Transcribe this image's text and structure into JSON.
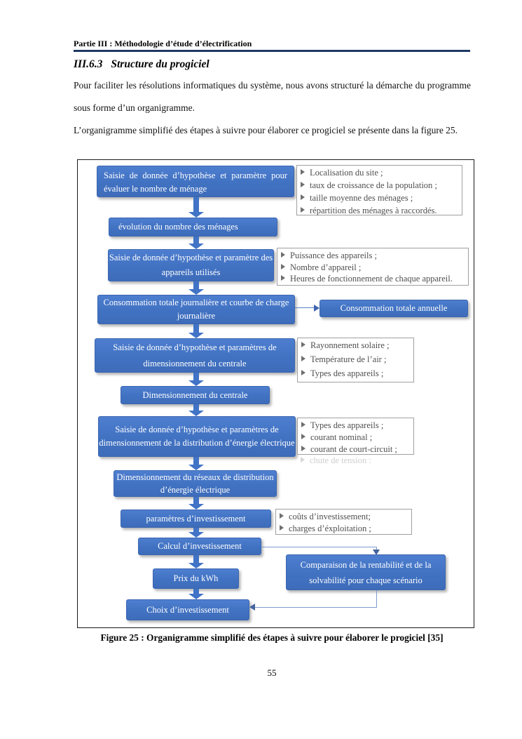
{
  "page": {
    "running_header": "Partie III : Méthodologie d’étude d’électrification",
    "heading_number": "III.6.3",
    "heading_title": "Structure du progiciel",
    "paragraph1": "Pour faciliter les résolutions informatiques du système, nous avons structuré la démarche du programme sous forme d’un organigramme.",
    "paragraph2": "L’organigramme simplifié des étapes à suivre pour élaborer ce progiciel se présente dans la figure 25.",
    "caption": "Figure 25 : Organigramme simplifié des étapes à suivre pour élaborer le progiciel [35]",
    "page_number": "55"
  },
  "colors": {
    "box_blue": "#4172c2",
    "arrow_blue": "#4173c6",
    "header_rule_navy": "#1f3864",
    "callout_border_gray": "#a0a0a0",
    "callout_text_gray": "#4f4f4f"
  },
  "icons": {
    "bullet": "arrowhead-right"
  },
  "flowchart": {
    "boxes": {
      "saisie_menage": "Saisie de donnée d’hypothèse et paramètre pour évaluer le nombre de ménage",
      "evolution_menages": "évolution du nombre des ménages",
      "saisie_appareils": "Saisie de donnée d’hypothèse et paramètre des appareils utilisés",
      "conso_journaliere": "Consommation totale journalière et  courbe de charge journalière",
      "conso_annuelle": "Consommation totale annuelle",
      "saisie_centrale": "Saisie de donnée d’hypothèse et paramètres de dimensionnement du centrale",
      "dim_centrale": "Dimensionnement du centrale",
      "saisie_distribution": "Saisie de donnée d’hypothèse et paramètres de dimensionnement  de la distribution d’énergie électrique",
      "dim_reseaux": "Dimensionnement du réseaux de distribution d’énergie électrique",
      "parametres_invest": "paramètres d’investissement",
      "calcul_invest": "Calcul d’investissement",
      "comparaison": "Comparaison de la rentabilité et de la solvabilité pour chaque scénario",
      "prix_kwh": "Prix du kWh",
      "choix_invest": "Choix d’investissement"
    },
    "lists": {
      "menage": {
        "items": [
          "Localisation du site ;",
          "taux de croissance de la population ;",
          "taille moyenne des ménages ;",
          "répartition des ménages à raccordés."
        ]
      },
      "appareils": {
        "items": [
          "Puissance des appareils ;",
          "Nombre d’appareil ;",
          "Heures de fonctionnement de chaque appareil."
        ]
      },
      "centrale": {
        "items": [
          "Rayonnement solaire ;",
          "Température de l’air ;",
          "Types des appareils ;"
        ]
      },
      "distribution": {
        "items": [
          "Types des appareils ;",
          "courant nominal ;",
          "courant de court-circuit ;"
        ],
        "truncated_item": "chute de tension ;"
      },
      "investissement": {
        "items": [
          "coûts d’investissement;",
          "charges d’éxploitation ;"
        ]
      }
    }
  }
}
